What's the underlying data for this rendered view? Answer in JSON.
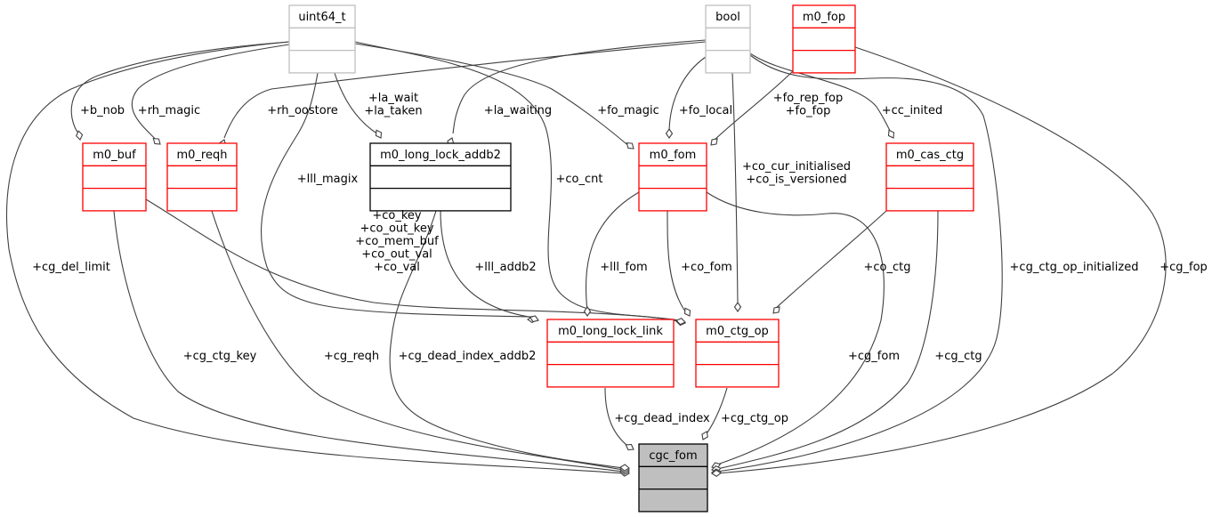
{
  "diagram": {
    "title": "cgc_fom collaboration diagram",
    "colors": {
      "external_type_border": "#bfbfbf",
      "undocumented_border": "#ff0000",
      "documented_border": "#000000",
      "focus_fill": "#bfbfbf",
      "edge": "#404040",
      "background": "#ffffff"
    },
    "nodes": [
      {
        "id": "uint64_t",
        "label": "uint64_t",
        "kind": "external"
      },
      {
        "id": "bool",
        "label": "bool",
        "kind": "external"
      },
      {
        "id": "m0_fop",
        "label": "m0_fop",
        "kind": "undocumented"
      },
      {
        "id": "m0_buf",
        "label": "m0_buf",
        "kind": "undocumented"
      },
      {
        "id": "m0_reqh",
        "label": "m0_reqh",
        "kind": "undocumented"
      },
      {
        "id": "m0_long_lock_addb2",
        "label": "m0_long_lock_addb2",
        "kind": "documented"
      },
      {
        "id": "m0_fom",
        "label": "m0_fom",
        "kind": "undocumented"
      },
      {
        "id": "m0_cas_ctg",
        "label": "m0_cas_ctg",
        "kind": "undocumented"
      },
      {
        "id": "m0_long_lock_link",
        "label": "m0_long_lock_link",
        "kind": "undocumented"
      },
      {
        "id": "m0_ctg_op",
        "label": "m0_ctg_op",
        "kind": "undocumented"
      },
      {
        "id": "cgc_fom",
        "label": "cgc_fom",
        "kind": "focus"
      }
    ],
    "edges": [
      {
        "id": "e-b-nob",
        "from": "uint64_t",
        "to": "m0_buf",
        "labels": [
          "+b_nob"
        ]
      },
      {
        "id": "e-rh-magic",
        "from": "uint64_t",
        "to": "m0_reqh",
        "labels": [
          "+rh_magic"
        ]
      },
      {
        "id": "e-rh-oostore",
        "from": "bool",
        "to": "m0_reqh",
        "labels": [
          "+rh_oostore"
        ]
      },
      {
        "id": "e-la-wait",
        "from": "uint64_t",
        "to": "m0_long_lock_addb2",
        "labels": [
          "+la_wait",
          "+la_taken"
        ]
      },
      {
        "id": "e-la-waiting",
        "from": "bool",
        "to": "m0_long_lock_addb2",
        "labels": [
          "+la_waiting"
        ]
      },
      {
        "id": "e-fo-magic",
        "from": "uint64_t",
        "to": "m0_fom",
        "labels": [
          "+fo_magic"
        ]
      },
      {
        "id": "e-fo-local",
        "from": "bool",
        "to": "m0_fom",
        "labels": [
          "+fo_local"
        ]
      },
      {
        "id": "e-fo-fop",
        "from": "m0_fop",
        "to": "m0_fom",
        "labels": [
          "+fo_rep_fop",
          "+fo_fop"
        ]
      },
      {
        "id": "e-cc-inited",
        "from": "bool",
        "to": "m0_cas_ctg",
        "labels": [
          "+cc_inited"
        ]
      },
      {
        "id": "e-lll-magix",
        "from": "uint64_t",
        "to": "m0_long_lock_link",
        "labels": [
          "+lll_magix"
        ]
      },
      {
        "id": "e-co-cnt",
        "from": "uint64_t",
        "to": "m0_ctg_op",
        "labels": [
          "+co_cnt"
        ]
      },
      {
        "id": "e-co-cur",
        "from": "bool",
        "to": "m0_ctg_op",
        "labels": [
          "+co_cur_initialised",
          "+co_is_versioned"
        ]
      },
      {
        "id": "e-co-key",
        "from": "m0_buf",
        "to": "m0_ctg_op",
        "labels": [
          "+co_key",
          "+co_out_key",
          "+co_mem_buf",
          "+co_out_val",
          "+co_val"
        ]
      },
      {
        "id": "e-lll-addb2",
        "from": "m0_long_lock_addb2",
        "to": "m0_long_lock_link",
        "labels": [
          "+lll_addb2"
        ]
      },
      {
        "id": "e-lll-fom",
        "from": "m0_fom",
        "to": "m0_long_lock_link",
        "labels": [
          "+lll_fom"
        ]
      },
      {
        "id": "e-co-fom",
        "from": "m0_fom",
        "to": "m0_ctg_op",
        "labels": [
          "+co_fom"
        ]
      },
      {
        "id": "e-co-ctg",
        "from": "m0_cas_ctg",
        "to": "m0_ctg_op",
        "labels": [
          "+co_ctg"
        ]
      },
      {
        "id": "e-cg-del-limit",
        "from": "uint64_t",
        "to": "cgc_fom",
        "labels": [
          "+cg_del_limit"
        ]
      },
      {
        "id": "e-cg-ctg-key",
        "from": "m0_buf",
        "to": "cgc_fom",
        "labels": [
          "+cg_ctg_key"
        ]
      },
      {
        "id": "e-cg-reqh",
        "from": "m0_reqh",
        "to": "cgc_fom",
        "labels": [
          "+cg_reqh"
        ]
      },
      {
        "id": "e-cg-dead-index-addb2",
        "from": "m0_long_lock_addb2",
        "to": "cgc_fom",
        "labels": [
          "+cg_dead_index_addb2"
        ]
      },
      {
        "id": "e-cg-dead-index",
        "from": "m0_long_lock_link",
        "to": "cgc_fom",
        "labels": [
          "+cg_dead_index"
        ]
      },
      {
        "id": "e-cg-ctg-op",
        "from": "m0_ctg_op",
        "to": "cgc_fom",
        "labels": [
          "+cg_ctg_op"
        ]
      },
      {
        "id": "e-cg-fom",
        "from": "m0_fom",
        "to": "cgc_fom",
        "labels": [
          "+cg_fom"
        ]
      },
      {
        "id": "e-cg-ctg",
        "from": "m0_cas_ctg",
        "to": "cgc_fom",
        "labels": [
          "+cg_ctg"
        ]
      },
      {
        "id": "e-cg-ctg-op-initialized",
        "from": "bool",
        "to": "cgc_fom",
        "labels": [
          "+cg_ctg_op_initialized"
        ]
      },
      {
        "id": "e-cg-fop",
        "from": "m0_fop",
        "to": "cgc_fom",
        "labels": [
          "+cg_fop"
        ]
      }
    ]
  }
}
